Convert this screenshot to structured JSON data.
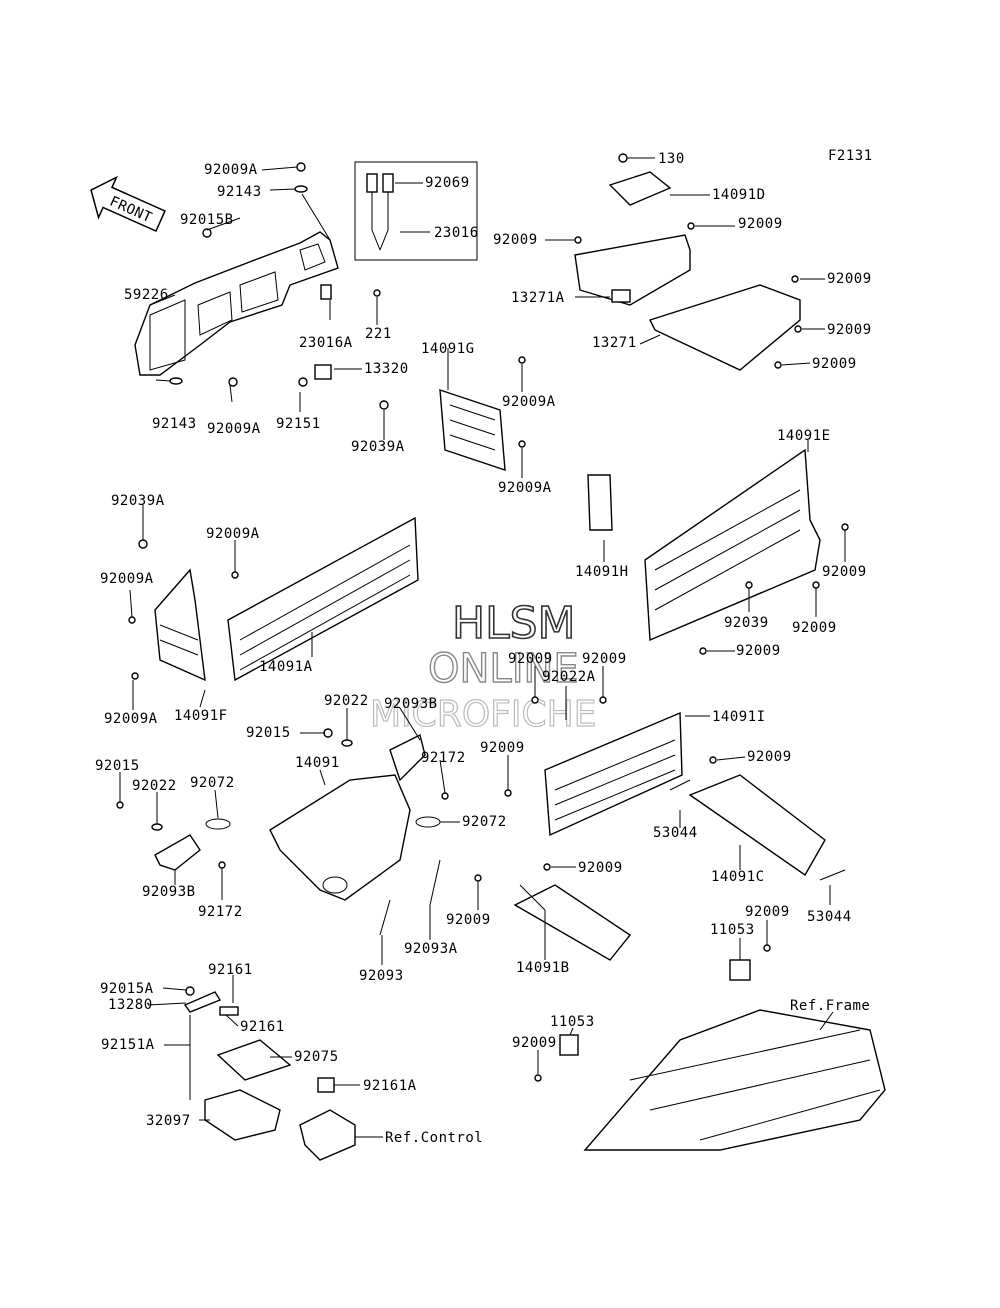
{
  "figure_code": "F2131",
  "front_label": "FRONT",
  "watermark": {
    "line1": "HLSM",
    "line2": "ONLINE",
    "line3": "MICROFICHE"
  },
  "labels": {
    "l_92009A_a": "92009A",
    "l_92143_a": "92143",
    "l_92015B": "92015B",
    "l_59226": "59226",
    "l_92143_b": "92143",
    "l_92009A_b": "92009A",
    "l_221": "221",
    "l_23016A": "23016A",
    "l_92069": "92069",
    "l_23016": "23016",
    "l_130": "130",
    "l_14091D": "14091D",
    "l_92009_a": "92009",
    "l_92009_b": "92009",
    "l_13271A": "13271A",
    "l_92009_c": "92009",
    "l_92009_d": "92009",
    "l_13271": "13271",
    "l_92009_e": "92009",
    "l_14091G": "14091G",
    "l_13320": "13320",
    "l_92151": "92151",
    "l_92009A_c": "92009A",
    "l_92039A_a": "92039A",
    "l_92009A_d": "92009A",
    "l_14091E": "14091E",
    "l_92039A_b": "92039A",
    "l_92009A_e": "92009A",
    "l_92009A_f": "92009A",
    "l_14091A": "14091A",
    "l_92009A_g": "92009A",
    "l_14091F": "14091F",
    "l_14091H": "14091H",
    "l_92009_f": "92009",
    "l_92039": "92039",
    "l_92009_g": "92009",
    "l_92009_h": "92009",
    "l_92009_i": "92009",
    "l_92009_j": "92009",
    "l_92022A": "92022A",
    "l_14091I": "14091I",
    "l_92022_a": "92022",
    "l_92093B_a": "92093B",
    "l_92015_a": "92015",
    "l_92172_a": "92172",
    "l_14091": "14091",
    "l_92009_k": "92009",
    "l_92009_l": "92009",
    "l_92015_b": "92015",
    "l_92022_b": "92022",
    "l_92072_a": "92072",
    "l_92072_b": "92072",
    "l_53044_a": "53044",
    "l_14091C": "14091C",
    "l_92093B_b": "92093B",
    "l_92172_b": "92172",
    "l_92009_m": "92009",
    "l_92009_n": "92009",
    "l_53044_b": "53044",
    "l_92093A": "92093A",
    "l_92093": "92093",
    "l_14091B": "14091B",
    "l_11053_a": "11053",
    "l_92161_a": "92161",
    "l_92015A": "92015A",
    "l_13280": "13280",
    "l_92161_b": "92161",
    "l_ref_frame": "Ref.Frame",
    "l_92151A": "92151A",
    "l_92075": "92075",
    "l_11053_b": "11053",
    "l_92009_o": "92009",
    "l_92161A": "92161A",
    "l_32097": "32097",
    "l_ref_control": "Ref.Control"
  }
}
